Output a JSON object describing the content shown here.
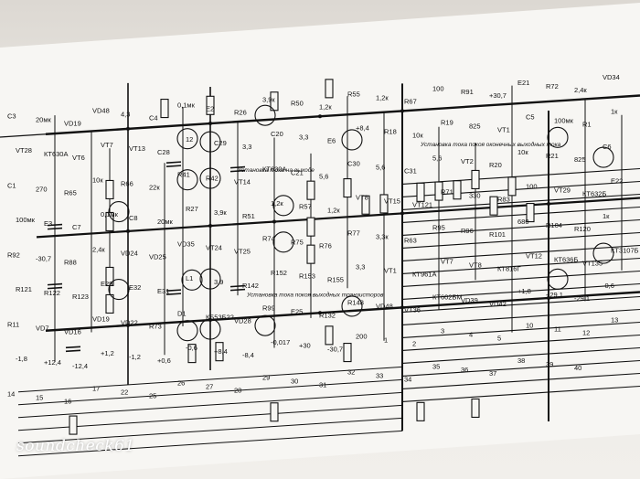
{
  "schematic": {
    "lettering": [
      "C3",
      "20мк",
      "VD19",
      "VD48",
      "4,3",
      "С4",
      "0,1мк",
      "Е2",
      "R26",
      "3,9к",
      "R50",
      "1,2к",
      "R55",
      "1,2к",
      "R67",
      "100",
      "R91",
      "+30,7",
      "E21",
      "R72",
      "2,4к",
      "VD34",
      "VT28",
      "КТ630А",
      "VT6",
      "VT7",
      "VT13",
      "C28",
      "12",
      "C29",
      "3,3",
      "C20",
      "3,3",
      "E6",
      "+8,4",
      "R18",
      "10к",
      "R19",
      "825",
      "VT1",
      "C5",
      "100мк",
      "R1",
      "1к",
      "C1",
      "270",
      "R65",
      "10к",
      "R66",
      "22к",
      "R41",
      "R42",
      "VT14",
      "КТ630А",
      "C21",
      "5,6",
      "C30",
      "5,6",
      "C31",
      "5,6",
      "VT2",
      "R20",
      "10к",
      "R21",
      "825",
      "C6",
      "100мк",
      "E3",
      "C7",
      "0,1мк",
      "C8",
      "20мк",
      "R27",
      "3,9к",
      "R51",
      "1,2к",
      "R57",
      "1,2к",
      "VT8",
      "VT15",
      "VT121",
      "R71",
      "330",
      "R83",
      "100",
      "VT29",
      "КТ632Б",
      "E22",
      "R92",
      "-30,7",
      "R88",
      "2,4к",
      "VD24",
      "VD25",
      "VD35",
      "VT24",
      "VT25",
      "R74",
      "R75",
      "R76",
      "R77",
      "3,3к",
      "R63",
      "R95",
      "R96",
      "R101",
      "680",
      "R104",
      "R120",
      "1к",
      "R121",
      "R122",
      "R123",
      "E29",
      "E32",
      "E31",
      "L1",
      "3,9",
      "R142",
      "R152",
      "R153",
      "R155",
      "3,3",
      "VT1",
      "КТ961А",
      "VT7",
      "VT8",
      "КТ816Г",
      "VT12",
      "КТ636Б",
      "VT135",
      "КТ3107Б",
      "R11",
      "VD7",
      "VD16",
      "VD19",
      "VD22",
      "R73",
      "D1",
      "КБ53Б22",
      "VD28",
      "R99",
      "E25",
      "R132",
      "R148",
      "VD48",
      "VT36",
      "КТ602БМ",
      "VD39",
      "VD42",
      "+1,8",
      "+29,1",
      "-29,1",
      "-0,6",
      "-1,8",
      "+12,4",
      "-12,4",
      "+1,2",
      "-1,2",
      "+0,6",
      "-0,6",
      "+8,4",
      "-8,4",
      "-0,017",
      "+30",
      "-30,7",
      "200",
      "1",
      "2",
      "3",
      "4",
      "5",
      "10",
      "11",
      "12",
      "13",
      "14",
      "15",
      "16",
      "17",
      "22",
      "25",
      "26",
      "27",
      "28",
      "29",
      "30",
      "31",
      "32",
      "33",
      "34",
      "35",
      "36",
      "37",
      "38",
      "39",
      "40"
    ],
    "annotations": [
      "Установка тока покоя оконечных выходных тока",
      "Установка тока на выходе",
      "Установка тока покоя выходных транзисторов"
    ]
  },
  "watermark": "soundcheck61"
}
